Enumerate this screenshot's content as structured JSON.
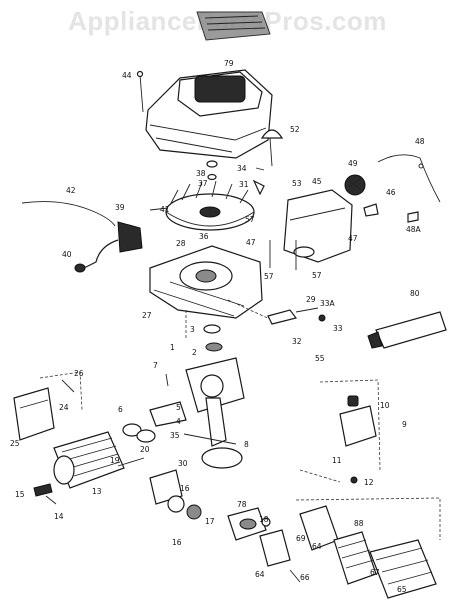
{
  "watermark": "AppliancePartsPros.com",
  "parts": [
    {
      "id": "p79",
      "num": "79"
    },
    {
      "id": "p44",
      "num": "44"
    },
    {
      "id": "p52",
      "num": "52"
    },
    {
      "id": "p38",
      "num": "38"
    },
    {
      "id": "p34",
      "num": "34"
    },
    {
      "id": "p37",
      "num": "37"
    },
    {
      "id": "p31",
      "num": "31"
    },
    {
      "id": "p53",
      "num": "53"
    },
    {
      "id": "p45",
      "num": "45"
    },
    {
      "id": "p49",
      "num": "49"
    },
    {
      "id": "p48",
      "num": "48"
    },
    {
      "id": "p46",
      "num": "46"
    },
    {
      "id": "p48a",
      "num": "48A"
    },
    {
      "id": "p47a",
      "num": "47"
    },
    {
      "id": "p47b",
      "num": "47"
    },
    {
      "id": "p57a",
      "num": "57"
    },
    {
      "id": "p57b",
      "num": "57"
    },
    {
      "id": "p57c",
      "num": "57"
    },
    {
      "id": "p42",
      "num": "42"
    },
    {
      "id": "p39",
      "num": "39"
    },
    {
      "id": "p41",
      "num": "41"
    },
    {
      "id": "p40",
      "num": "40"
    },
    {
      "id": "p36",
      "num": "36"
    },
    {
      "id": "p28",
      "num": "28"
    },
    {
      "id": "p27",
      "num": "27"
    },
    {
      "id": "p29",
      "num": "29"
    },
    {
      "id": "p33a",
      "num": "33A"
    },
    {
      "id": "p32",
      "num": "32"
    },
    {
      "id": "p33",
      "num": "33"
    },
    {
      "id": "p80",
      "num": "80"
    },
    {
      "id": "p3",
      "num": "3"
    },
    {
      "id": "p2",
      "num": "2"
    },
    {
      "id": "p1",
      "num": "1"
    },
    {
      "id": "p55",
      "num": "55"
    },
    {
      "id": "p7",
      "num": "7"
    },
    {
      "id": "p26",
      "num": "26"
    },
    {
      "id": "p24",
      "num": "24"
    },
    {
      "id": "p25",
      "num": "25"
    },
    {
      "id": "p6",
      "num": "6"
    },
    {
      "id": "p5",
      "num": "5"
    },
    {
      "id": "p4",
      "num": "4"
    },
    {
      "id": "p35",
      "num": "35"
    },
    {
      "id": "p8",
      "num": "8"
    },
    {
      "id": "p10",
      "num": "10"
    },
    {
      "id": "p9",
      "num": "9"
    },
    {
      "id": "p11",
      "num": "11"
    },
    {
      "id": "p12",
      "num": "12"
    },
    {
      "id": "p20",
      "num": "20"
    },
    {
      "id": "p19",
      "num": "19"
    },
    {
      "id": "p15",
      "num": "15"
    },
    {
      "id": "p13",
      "num": "13"
    },
    {
      "id": "p14",
      "num": "14"
    },
    {
      "id": "p30",
      "num": "30"
    },
    {
      "id": "p16a",
      "num": "16"
    },
    {
      "id": "p16b",
      "num": "16"
    },
    {
      "id": "p17",
      "num": "17"
    },
    {
      "id": "p78",
      "num": "78"
    },
    {
      "id": "p18",
      "num": "18"
    },
    {
      "id": "p64a",
      "num": "64"
    },
    {
      "id": "p64b",
      "num": "64"
    },
    {
      "id": "p69",
      "num": "69"
    },
    {
      "id": "p88",
      "num": "88"
    },
    {
      "id": "p66",
      "num": "66"
    },
    {
      "id": "p67",
      "num": "67"
    },
    {
      "id": "p65",
      "num": "65"
    }
  ]
}
